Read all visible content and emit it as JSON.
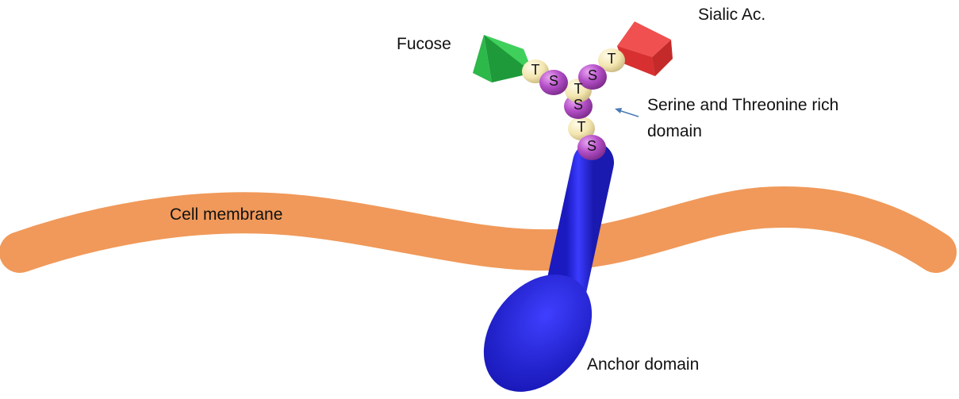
{
  "labels": {
    "fucose": "Fucose",
    "sialic": "Sialic Ac.",
    "domain_line1": "Serine and Threonine rich",
    "domain_line2": "domain",
    "membrane": "Cell membrane",
    "anchor": "Anchor domain"
  },
  "beads": [
    {
      "letter": "T",
      "kind": "threonine"
    },
    {
      "letter": "S",
      "kind": "serine"
    },
    {
      "letter": "T",
      "kind": "threonine"
    },
    {
      "letter": "S",
      "kind": "serine"
    },
    {
      "letter": "T",
      "kind": "threonine"
    },
    {
      "letter": "S",
      "kind": "serine"
    },
    {
      "letter": "T",
      "kind": "threonine"
    },
    {
      "letter": "S",
      "kind": "serine"
    }
  ],
  "colors": {
    "membrane": "#f0995a",
    "anchor": "#2a2ae8",
    "serine": "#b550c8",
    "threonine": "#f3e6b0",
    "fucose": "#2db84a",
    "sialic": "#e03535",
    "arrow": "#4a7ab5"
  }
}
